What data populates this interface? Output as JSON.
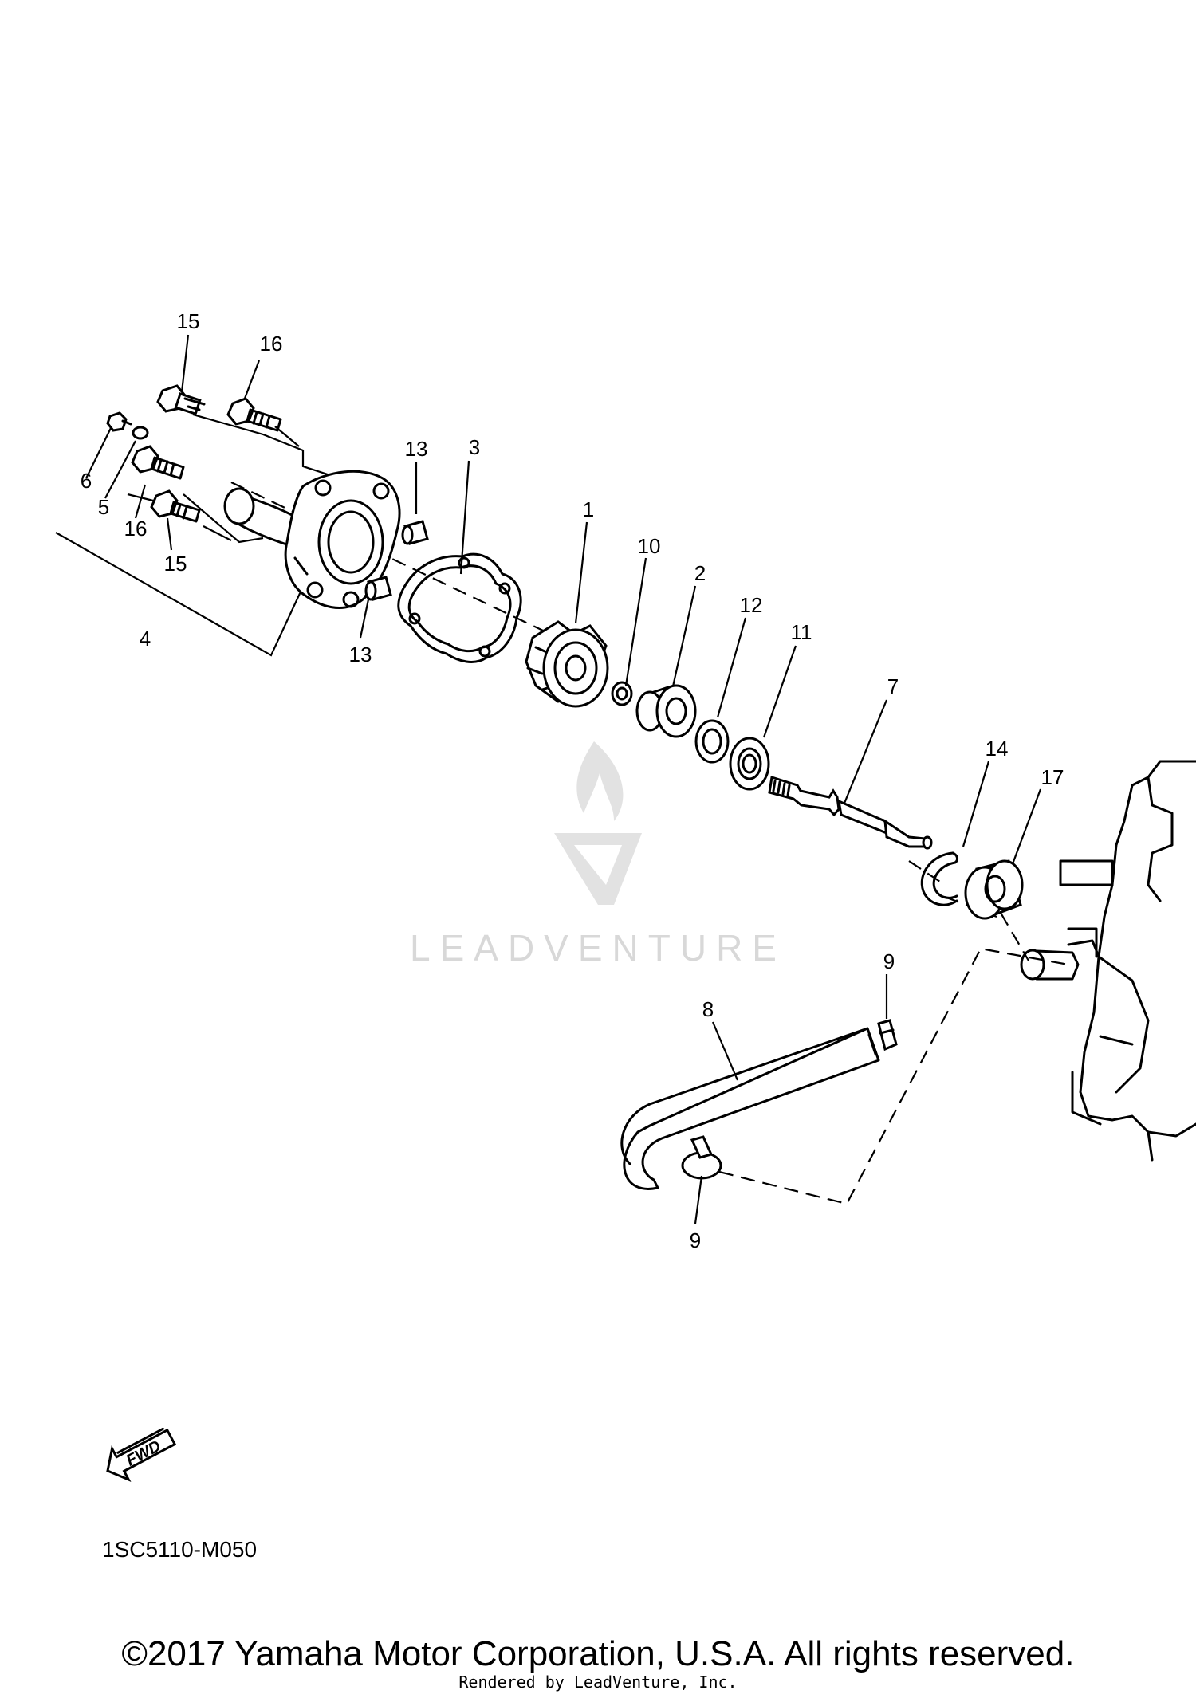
{
  "callouts": {
    "c1": "1",
    "c2": "2",
    "c3": "3",
    "c4": "4",
    "c5": "5",
    "c6": "6",
    "c7": "7",
    "c8": "8",
    "c9a": "9",
    "c9b": "9",
    "c10": "10",
    "c11": "11",
    "c12": "12",
    "c13a": "13",
    "c13b": "13",
    "c14": "14",
    "c15a": "15",
    "c15b": "15",
    "c16a": "16",
    "c16b": "16",
    "c17": "17"
  },
  "fwd_label": "FWD",
  "diagram_code": "1SC5110-M050",
  "watermark": "LEADVENTURE",
  "copyright": "©2017 Yamaha Motor Corporation, U.S.A. All rights reserved.",
  "rendered_by": "Rendered by LeadVenture, Inc."
}
